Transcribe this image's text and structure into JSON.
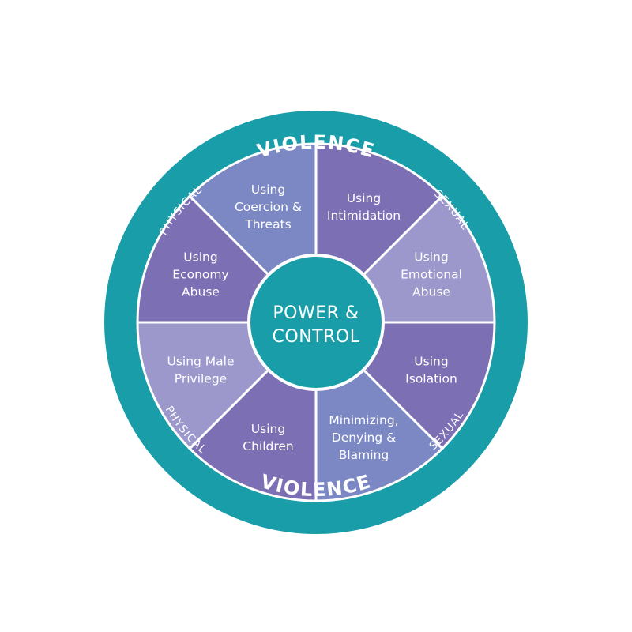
{
  "colors": {
    "ring": "#199ea9",
    "center": "#199ea9",
    "divider": "#ffffff",
    "segment_dark": "#7d6fb3",
    "segment_mid": "#7c88c4",
    "segment_light": "#9c98cc"
  },
  "center": {
    "line1": "POWER &",
    "line2": "CONTROL"
  },
  "ring": {
    "top": {
      "left": "PHYSICAL",
      "main": "VIOLENCE",
      "right": "SEXUAL"
    },
    "bottom": {
      "left": "PHYSICAL",
      "main": "VIOLENCE",
      "right": "SEXUAL"
    }
  },
  "segments": [
    {
      "id": "intimidation",
      "lines": [
        "Using",
        "Intimidation"
      ],
      "shade": "segment_dark"
    },
    {
      "id": "emotional-abuse",
      "lines": [
        "Using",
        "Emotional",
        "Abuse"
      ],
      "shade": "segment_light"
    },
    {
      "id": "isolation",
      "lines": [
        "Using",
        "Isolation"
      ],
      "shade": "segment_dark"
    },
    {
      "id": "minimizing",
      "lines": [
        "Minimizing,",
        "Denying &",
        "Blaming"
      ],
      "shade": "segment_mid"
    },
    {
      "id": "children",
      "lines": [
        "Using",
        "Children"
      ],
      "shade": "segment_dark"
    },
    {
      "id": "male-privilege",
      "lines": [
        "Using Male",
        "Privilege"
      ],
      "shade": "segment_light"
    },
    {
      "id": "economy-abuse",
      "lines": [
        "Using",
        "Economy",
        "Abuse"
      ],
      "shade": "segment_dark"
    },
    {
      "id": "coercion-threats",
      "lines": [
        "Using",
        "Coercion &",
        "Threats"
      ],
      "shade": "segment_mid"
    }
  ]
}
